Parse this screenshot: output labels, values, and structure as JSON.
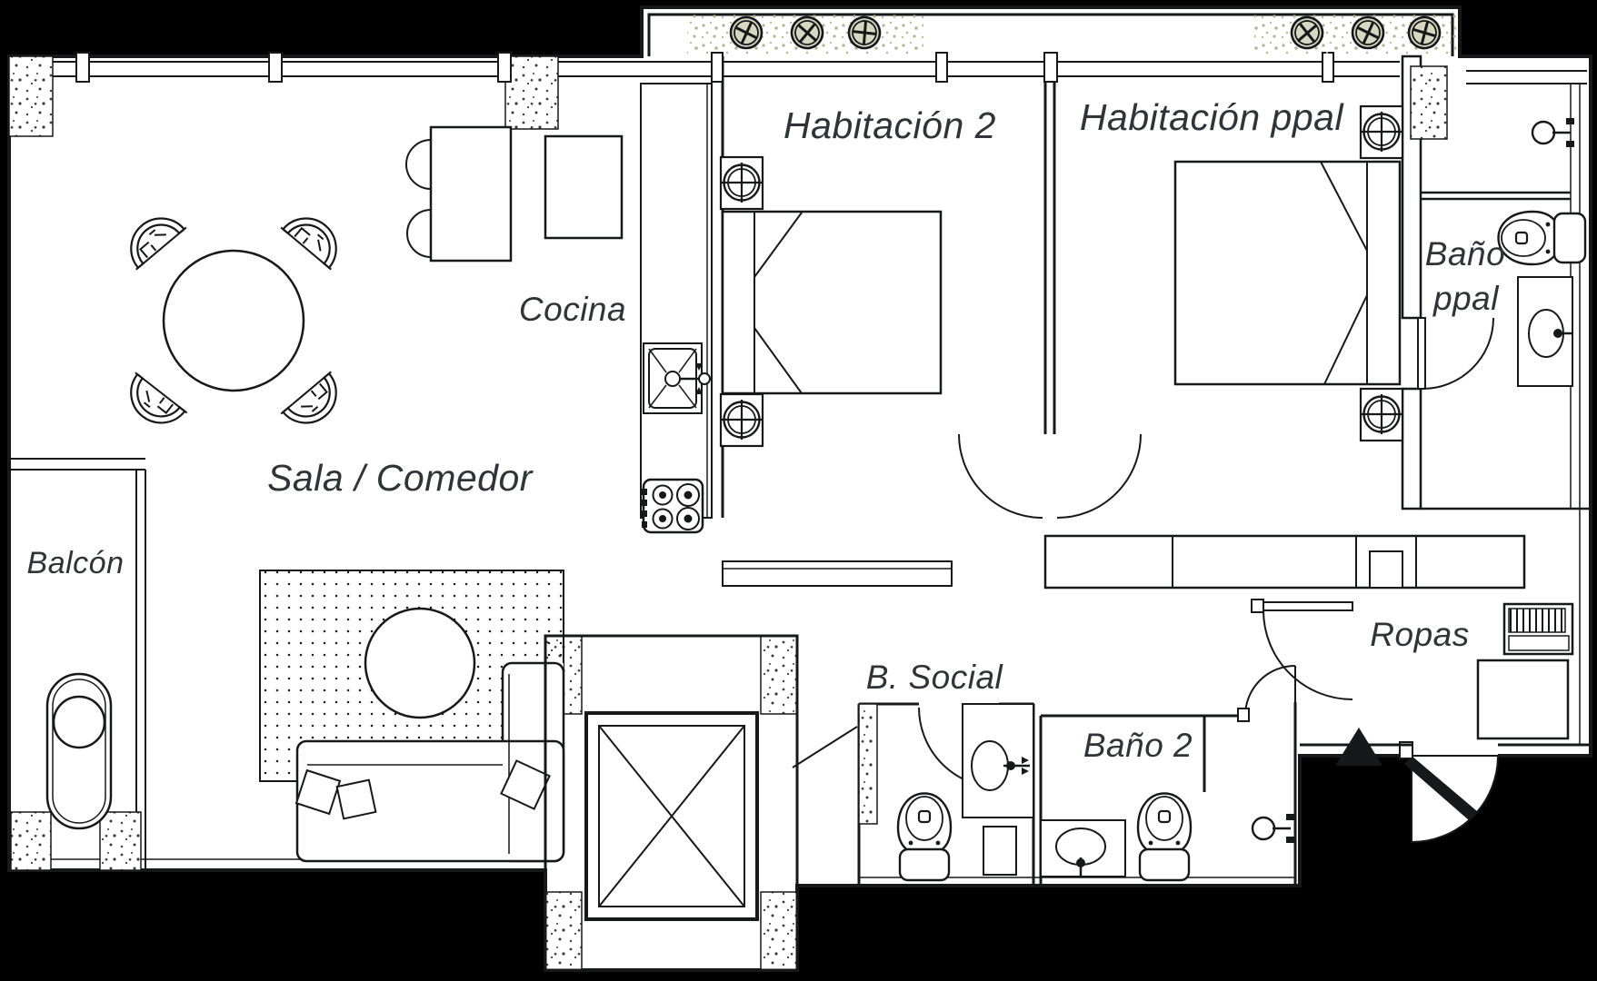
{
  "title": "Apartment floor plan",
  "colors": {
    "background": "#000000",
    "floor": "#ffffff",
    "line": "#17181a",
    "label": "#303338",
    "screw_fill": "#d6d8c2",
    "speckle": "#a7aa8b"
  },
  "rooms": {
    "habitacion2": {
      "label": "Habitación 2"
    },
    "habitacion_ppal": {
      "label": "Habitación ppal"
    },
    "cocina": {
      "label": "Cocina"
    },
    "sala_comedor": {
      "label": "Sala / Comedor"
    },
    "balcon": {
      "label": "Balcón"
    },
    "bano_ppal": {
      "label_line1": "Baño",
      "label_line2": "ppal"
    },
    "ropas": {
      "label": "Ropas"
    },
    "b_social": {
      "label": "B. Social"
    },
    "bano2": {
      "label": "Baño 2"
    }
  },
  "symbols": {
    "planter_screws": "screw-head-circle",
    "bed_lamp": "crosshair-lamp",
    "elevator": "x-cross-shaft",
    "north_marker": "filled-triangle"
  }
}
